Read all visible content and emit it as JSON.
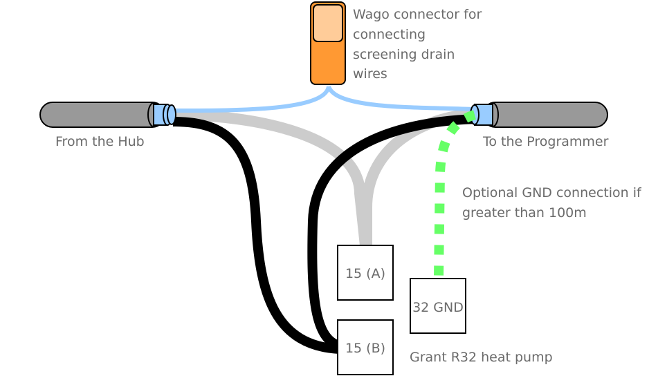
{
  "diagram": {
    "labels": {
      "wago": [
        "Wago connector for",
        "connecting",
        "screening drain",
        "wires"
      ],
      "from_hub": "From the Hub",
      "to_programmer": "To the Programmer",
      "optional_gnd": [
        "Optional GND connection if",
        "greater than 100m"
      ],
      "heat_pump": "Grant R32 heat pump"
    },
    "terminals": {
      "a": "15 (A)",
      "b": "15 (B)",
      "gnd": "32 GND"
    },
    "colors": {
      "cable_jacket": "#999999",
      "screen": "#99ccff",
      "wire_grey": "#cccccc",
      "wire_black": "#000000",
      "gnd_dashed": "#66ff66",
      "wago_body": "#ff9933",
      "wago_lever": "#ffcc99",
      "text": "#6b6b6b"
    }
  }
}
